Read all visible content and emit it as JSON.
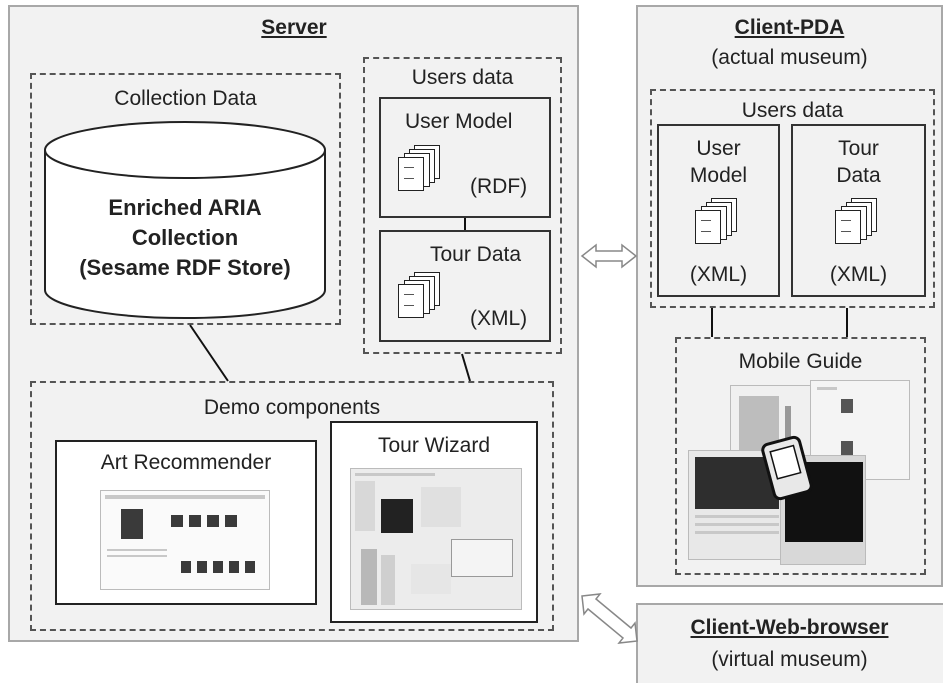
{
  "server": {
    "title": "Server",
    "collection": {
      "label": "Collection Data",
      "db_line1": "Enriched ARIA",
      "db_line2": "Collection",
      "db_line3": "(Sesame RDF Store)"
    },
    "users_data": {
      "label": "Users data",
      "user_model": {
        "title": "User Model",
        "format": "(RDF)"
      },
      "tour_data": {
        "title": "Tour Data",
        "format": "(XML)"
      }
    },
    "demo": {
      "label": "Demo components",
      "art_recommender": "Art Recommender",
      "tour_wizard": "Tour Wizard"
    }
  },
  "client_pda": {
    "title": "Client-PDA",
    "subtitle": "(actual museum)",
    "users_data": {
      "label": "Users data",
      "user_model_line1": "User",
      "user_model_line2": "Model",
      "user_model_format": "(XML)",
      "tour_data_line1": "Tour",
      "tour_data_line2": "Data",
      "tour_data_format": "(XML)"
    },
    "mobile_guide": "Mobile Guide"
  },
  "client_web": {
    "title": "Client-Web-browser",
    "subtitle": "(virtual museum)"
  }
}
